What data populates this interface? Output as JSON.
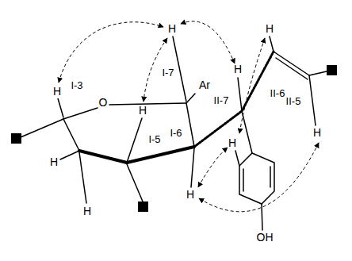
{
  "diagram": {
    "labels": [
      "H",
      "H",
      "I-3",
      "O",
      "I-7",
      "Ar",
      "H",
      "II-7",
      "II-6",
      "H",
      "II-5",
      "H",
      "I-5",
      "H",
      "I-6",
      "H",
      "H",
      "H",
      "H",
      "OH"
    ]
  }
}
